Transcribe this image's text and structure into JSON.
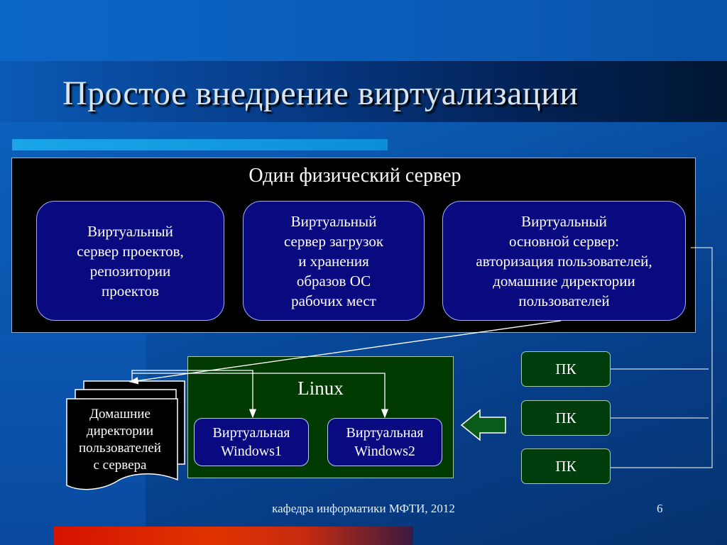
{
  "slide": {
    "title": "Простое внедрение виртуализации",
    "footer": "кафедра информатики МФТИ, 2012",
    "page_number": "6"
  },
  "server": {
    "title": "Один физический сервер",
    "vm1": "Виртуальный\nсервер проектов,\nрепозитории\nпроектов",
    "vm2": "Виртуальный\nсервер загрузок\nи хранения\nобразов ОС\nрабочих мест",
    "vm3": "Виртуальный\nосновной сервер:\nавторизация пользователей,\nдомашние директории\nпользователей"
  },
  "linux": {
    "title": "Linux",
    "win1": "Виртуальная\nWindows1",
    "win2": "Виртуальная\nWindows2"
  },
  "home_dirs": "Домашние\nдиректории\nпользователей\nс сервера",
  "pcs": [
    "ПК",
    "ПК",
    "ПК"
  ]
}
